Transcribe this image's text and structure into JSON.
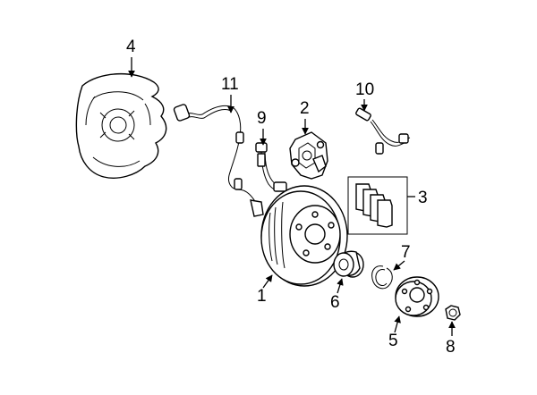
{
  "callouts": {
    "rotor": "1",
    "caliper": "2",
    "pad_set": "3",
    "backing_plate": "4",
    "hub": "5",
    "bearing": "6",
    "snap_ring": "7",
    "nut": "8",
    "brake_hose": "9",
    "wear_sensor": "10",
    "abs_sensor": "11"
  }
}
